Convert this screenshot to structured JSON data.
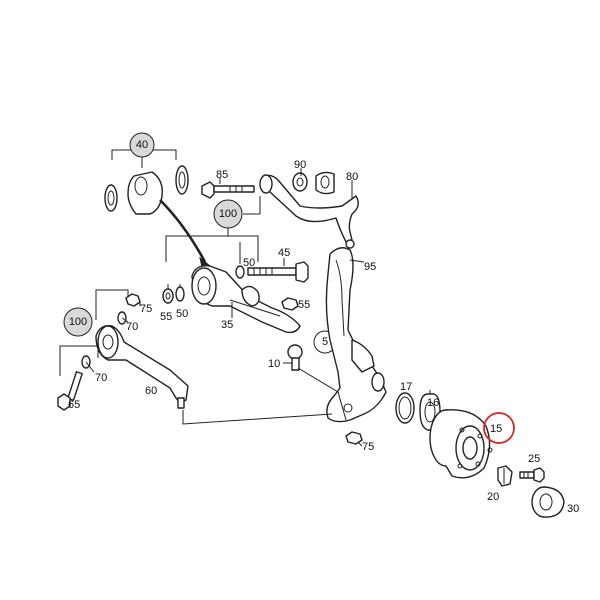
{
  "labels": {
    "p10": "10",
    "p15": "15",
    "p16": "16",
    "p17": "17",
    "p20": "20",
    "p25": "25",
    "p30": "30",
    "p35": "35",
    "p40": "40",
    "p45": "45",
    "p5": "5",
    "p50a": "50",
    "p50b": "50",
    "p55a": "55",
    "p55b": "55",
    "p60": "60",
    "p65": "65",
    "p70a": "70",
    "p70b": "70",
    "p75a": "75",
    "p75b": "75",
    "p80": "80",
    "p85": "85",
    "p90": "90",
    "p95": "95",
    "p100a": "100",
    "p100b": "100"
  },
  "colors": {
    "line": "#222222",
    "callout_fill": "#d9d9d9",
    "highlight": "#e0201b"
  }
}
